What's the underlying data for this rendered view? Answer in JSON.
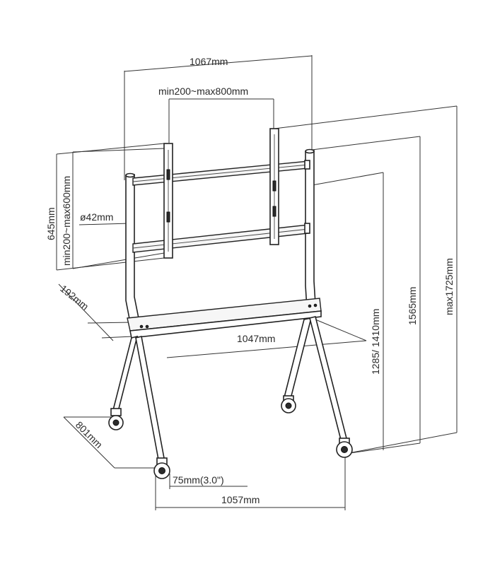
{
  "labels": {
    "width_top": "1067mm",
    "vesa_horizontal": "min200~max800mm",
    "height_645": "645mm",
    "vesa_vertical": "min200~max600mm",
    "pole_diameter": "ø42mm",
    "shelf_depth": "192mm",
    "shelf_width": "1047mm",
    "base_depth": "801mm",
    "caster": "75mm(3.0\")",
    "base_width": "1057mm",
    "height_1285_1410": "1285/ 1410mm",
    "height_1565": "1565mm",
    "height_max": "max1725mm"
  }
}
